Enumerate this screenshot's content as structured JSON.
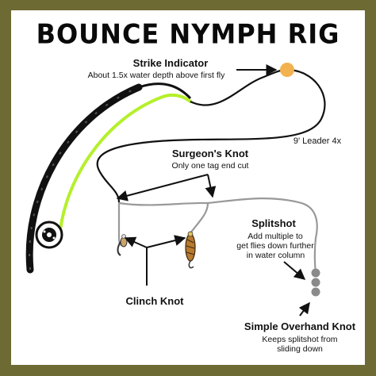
{
  "colors": {
    "frame": "#6d6a33",
    "panel": "#ffffff",
    "fly_line": "#b4f02a",
    "leader": "#999999",
    "indicator": "#f2b24f",
    "splitshot": "#8a8a8a",
    "ink": "#111111"
  },
  "title": "BOUNCE NYMPH RIG",
  "labels": {
    "strike_indicator": {
      "title": "Strike Indicator",
      "sub": "About 1.5x water depth above first fly"
    },
    "leader": "9' Leader 4x",
    "surgeons_knot": {
      "title": "Surgeon's Knot",
      "sub": "Only one tag end cut"
    },
    "splitshot": {
      "title": "Splitshot",
      "sub1": "Add multiple to",
      "sub2": "get flies down further",
      "sub3": "in water column"
    },
    "clinch_knot": {
      "title": "Clinch Knot"
    },
    "simple_overhand_knot": {
      "title": "Simple Overhand Knot",
      "sub1": "Keeps splitshot from",
      "sub2": "sliding down"
    }
  },
  "icons": [
    "fly-rod-icon",
    "fishing-reel-icon",
    "strike-indicator-icon",
    "nymph-fly-icon",
    "splitshot-weight-icon",
    "arrow-icon"
  ]
}
